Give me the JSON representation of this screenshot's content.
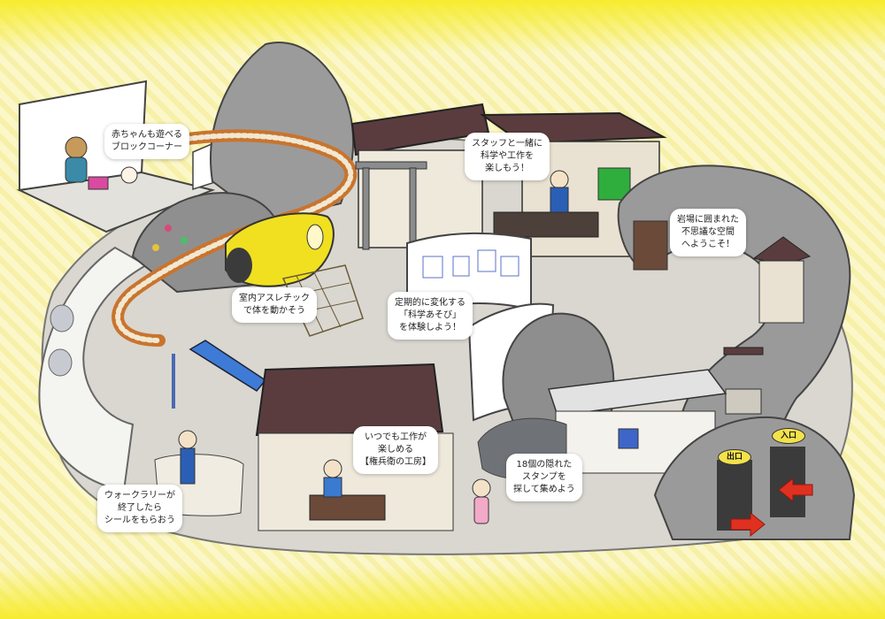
{
  "map": {
    "colors": {
      "background": "#fbf6a8",
      "rock": "#9a9a9a",
      "floor": "#dad8d2",
      "roof": "#5a3c3f",
      "slide_tube": "#f0e020",
      "slide_blue": "#3d7bd6",
      "arrow_red": "#e03020"
    },
    "labels": [
      {
        "key": "baby_corner",
        "lines": [
          "赤ちゃんも遊べる",
          "ブロックコーナー"
        ]
      },
      {
        "key": "athletic",
        "lines": [
          "室内アスレチック",
          "で体を動かそう"
        ]
      },
      {
        "key": "science_craft",
        "lines": [
          "スタッフと一緒に",
          "科学や工作を",
          "楽しもう！"
        ]
      },
      {
        "key": "science_play",
        "lines": [
          "定期的に変化する",
          "「科学あそび」",
          "を体験しよう！"
        ]
      },
      {
        "key": "rock_space",
        "lines": [
          "岩場に囲まれた",
          "不思議な空間",
          "へようこそ！"
        ]
      },
      {
        "key": "workshop",
        "lines": [
          "いつでも工作が",
          "楽しめる",
          "【権兵衛の工房】"
        ]
      },
      {
        "key": "stamps",
        "lines": [
          "18個の隠れた",
          "スタンプを",
          "探して集めよう"
        ]
      },
      {
        "key": "walk_rally",
        "lines": [
          "ウォークラリーが",
          "終了したら",
          "シールをもらおう"
        ]
      }
    ],
    "signs": {
      "exit": "出口",
      "entrance": "入口"
    },
    "icons": [
      "arrow-right-icon",
      "arrow-left-icon"
    ]
  }
}
